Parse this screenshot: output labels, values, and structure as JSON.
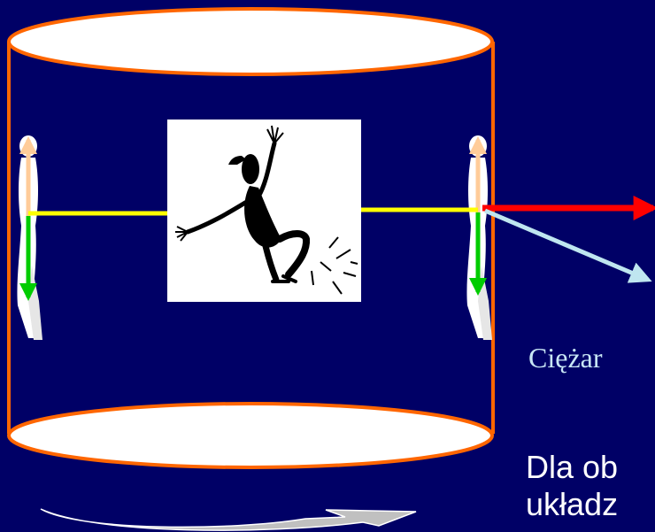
{
  "colors": {
    "background": "#000066",
    "cylinder_outline": "#ff6600",
    "lid_fill": "#ffffff",
    "head_vector": "#ffcc99",
    "gravity_vector": "#00cc00",
    "normal_force_vector": "#ffff00",
    "centrifugal_vector": "#ff0000",
    "weight_vector": "#bfe6f0",
    "rotation_arrow": "#c0c0c0"
  },
  "icons": {
    "left_person": "standing-person-icon",
    "right_person": "standing-person-icon",
    "center_figure": "falling-person-icon",
    "rotation": "curved-arrow-icon"
  },
  "labels": {
    "weight": "Ciężar",
    "observer_line1": "Dla ob",
    "observer_line2": "układz"
  }
}
